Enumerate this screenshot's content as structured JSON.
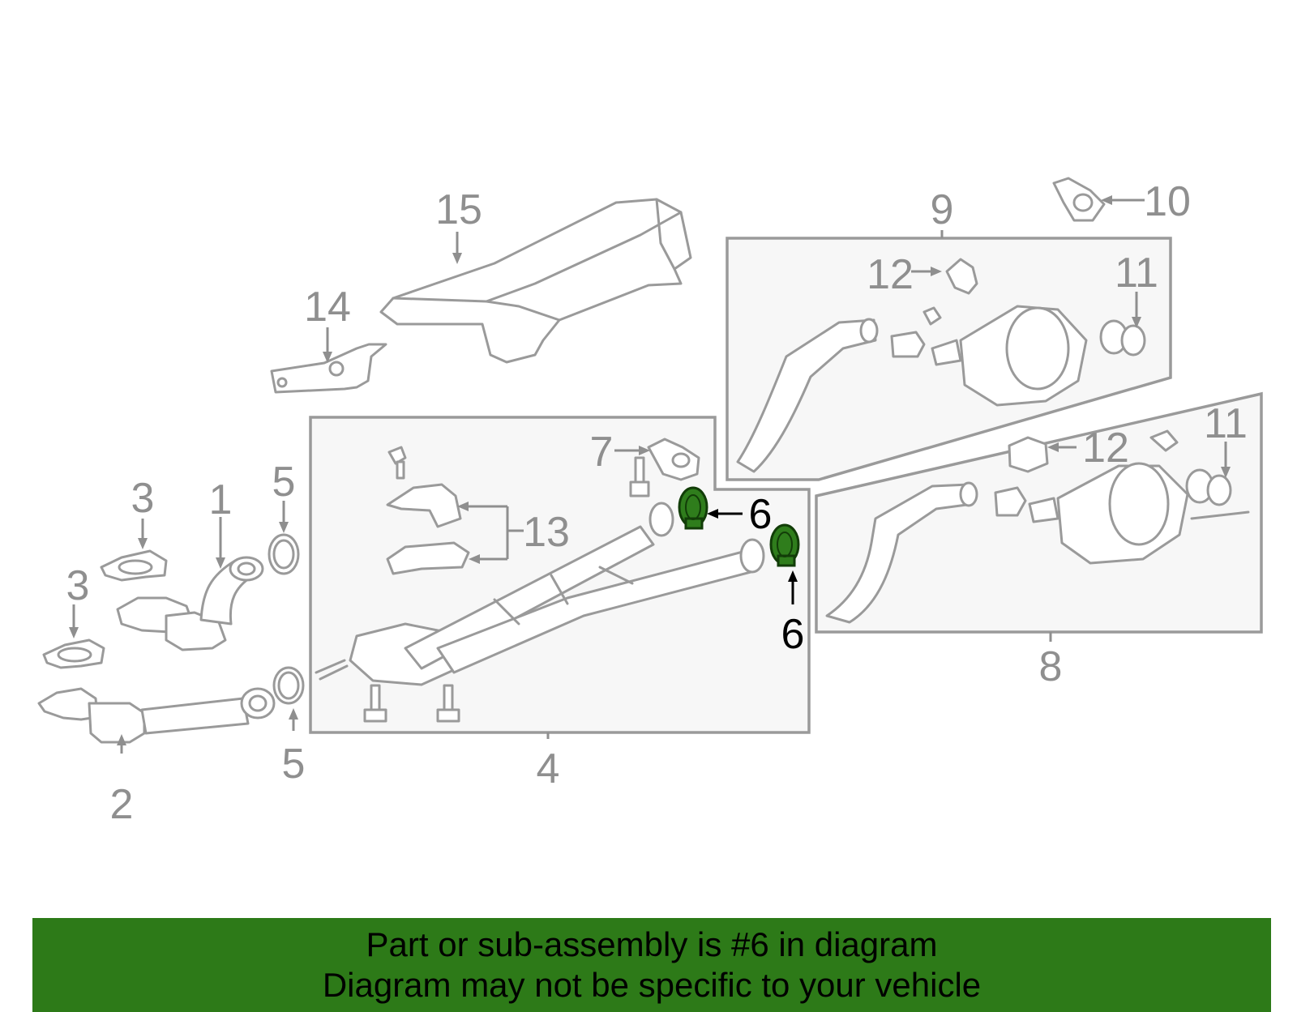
{
  "callouts": {
    "c1": "1",
    "c2": "2",
    "c3a": "3",
    "c3b": "3",
    "c4": "4",
    "c5a": "5",
    "c5b": "5",
    "c6a": "6",
    "c6b": "6",
    "c7": "7",
    "c8": "8",
    "c9": "9",
    "c10": "10",
    "c11a": "11",
    "c11b": "11",
    "c12a": "12",
    "c12b": "12",
    "c13": "13",
    "c14": "14",
    "c15": "15"
  },
  "highlight_part": "6",
  "colors": {
    "highlight": "#2f7d1c",
    "banner": "#2d7a18",
    "part_stroke": "#9a9a9a",
    "box_fill": "#f7f7f7"
  },
  "banner": {
    "line1": "Part or sub-assembly is #6 in diagram",
    "line2": "Diagram may not be specific to your vehicle"
  }
}
